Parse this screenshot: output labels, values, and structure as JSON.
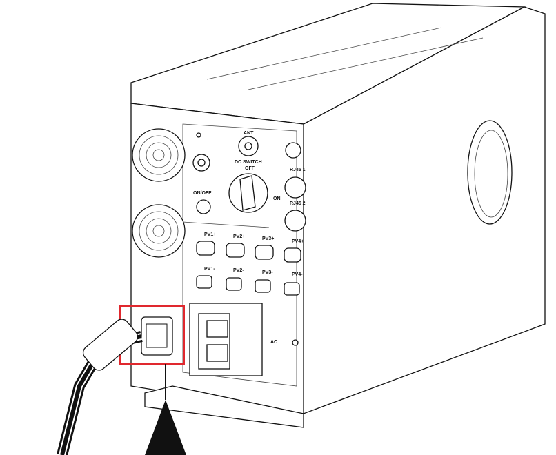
{
  "labels": {
    "ant": "ANT",
    "dc_switch": "DC SWITCH",
    "off": "OFF",
    "on": "ON",
    "on_off": "ON/OFF",
    "rj45_1": "RJ45 1",
    "rj45_2": "RJ45 2",
    "pv1p": "PV1+",
    "pv2p": "PV2+",
    "pv3p": "PV3+",
    "pv4p": "PV4+",
    "pv1n": "PV1-",
    "pv2n": "PV2-",
    "pv3n": "PV3-",
    "pv4n": "PV4-",
    "ac": "AC"
  },
  "colors": {
    "highlight": "#e0282e",
    "line": "#111111"
  }
}
